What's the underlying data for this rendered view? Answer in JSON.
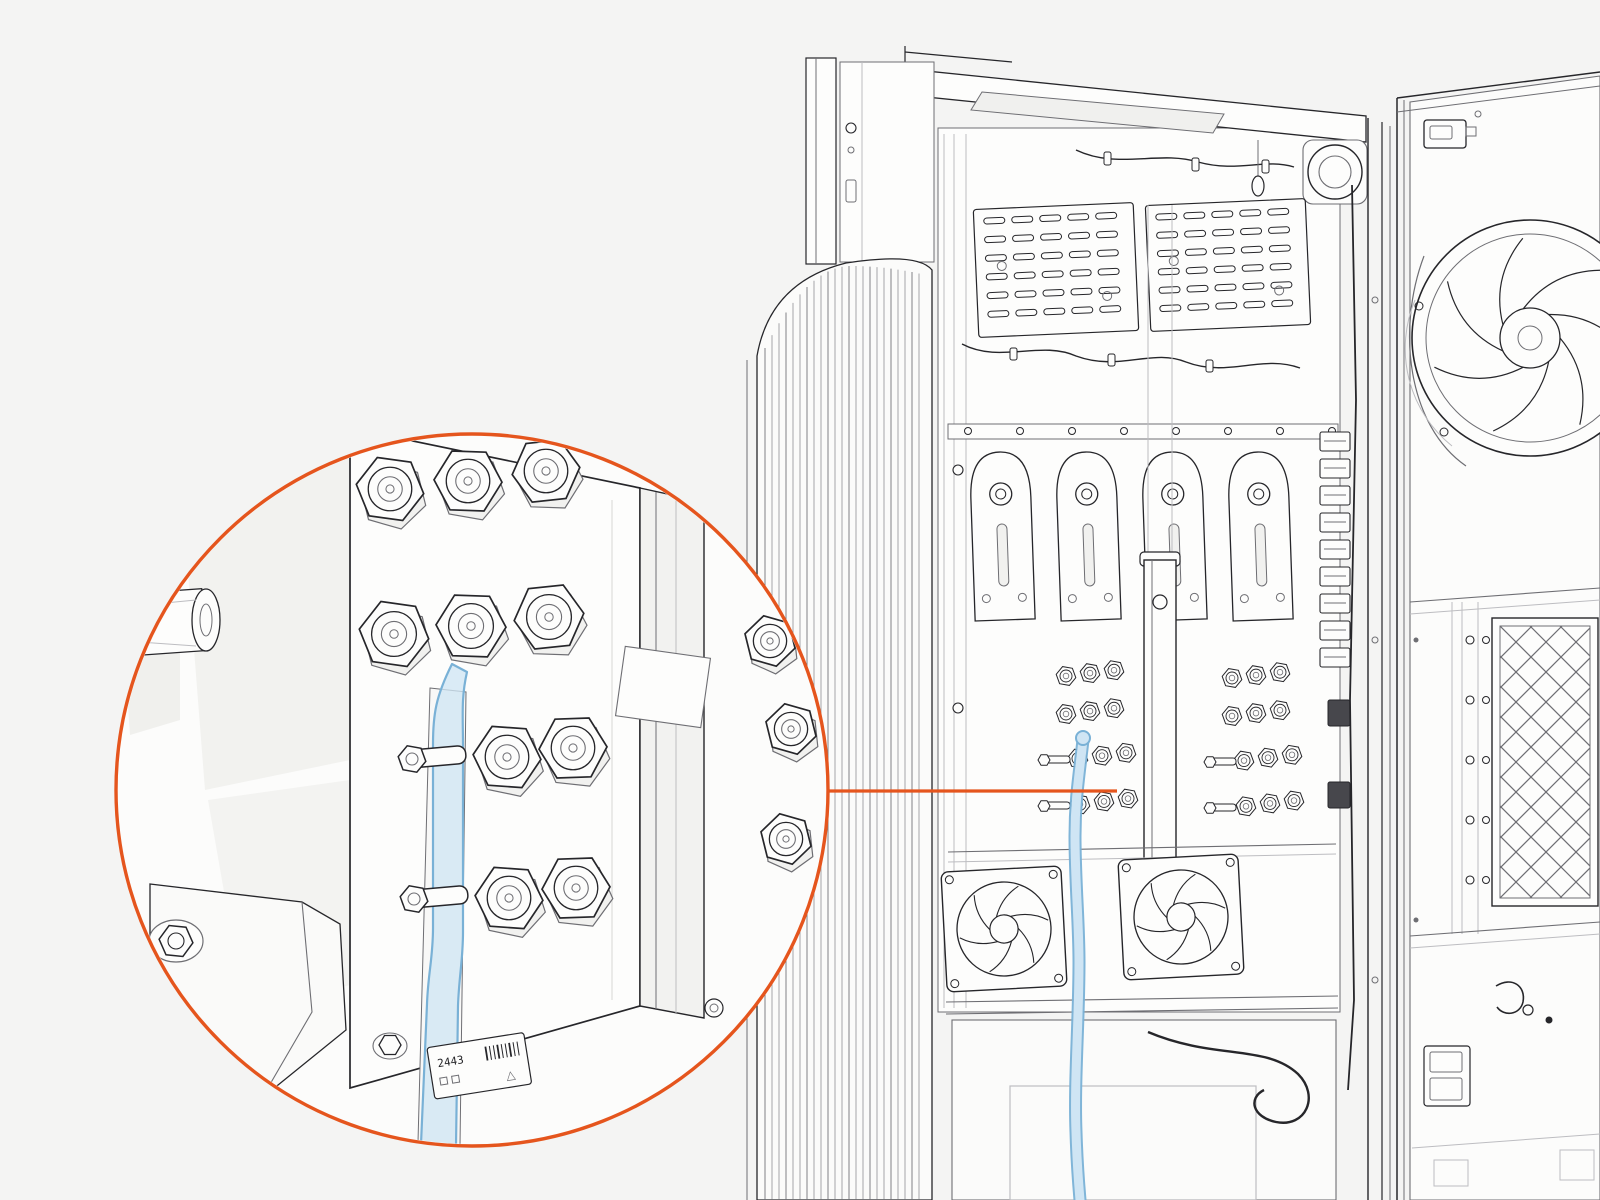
{
  "figure": {
    "kind": "technical-line-illustration",
    "subject": "equipment-cabinet-interior-with-magnified-fitting-detail",
    "plate_text": "2443",
    "recycle_mark": "△",
    "colors": {
      "background": "#f4f4f3",
      "ink": "#26262a",
      "mid": "#6e6e73",
      "faint": "#bdbdc1",
      "paper": "#fdfdfc",
      "shade": "#efefec",
      "accent": "#e5551d",
      "highlight_fill": "#cfe5f4",
      "highlight_stroke": "#79b1d6"
    }
  }
}
